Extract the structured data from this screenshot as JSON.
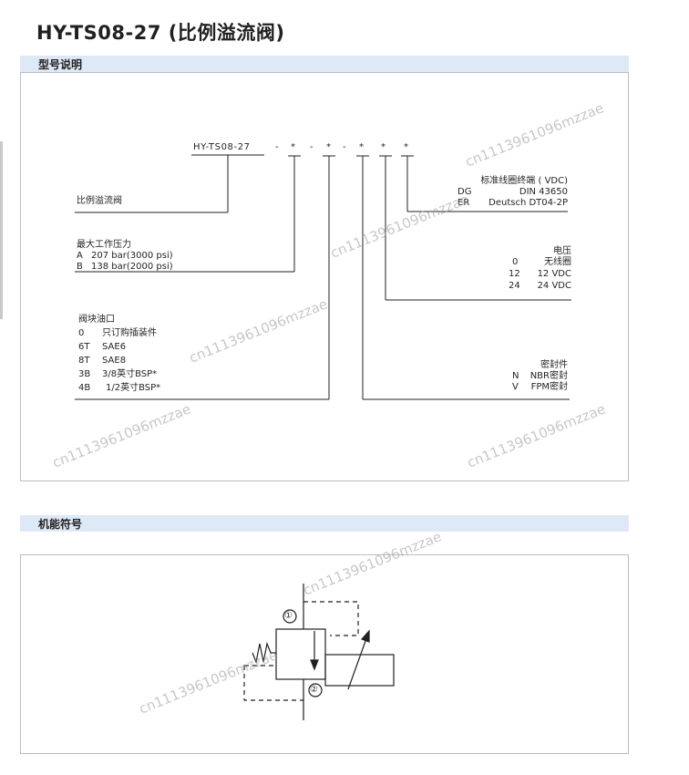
{
  "title": "HY-TS08-27 (比例溢流阀)",
  "section1": "型号说明",
  "section2": "机能符号",
  "model_code": {
    "base": "HY-TS08-27",
    "placeholders": [
      "-",
      "*",
      "-",
      "*",
      "-",
      "*",
      "*",
      "*"
    ]
  },
  "left_groups": {
    "valve": "比例溢流阀",
    "pressure": {
      "heading": "最大工作压力",
      "options": [
        {
          "code": "A",
          "desc": "207 bar(3000 psi)"
        },
        {
          "code": "B",
          "desc": "138 bar(2000 psi)"
        }
      ]
    },
    "port": {
      "heading": "阀块油口",
      "options": [
        {
          "code": "0",
          "desc": "只订购插装件"
        },
        {
          "code": "6T",
          "desc": "SAE6"
        },
        {
          "code": "8T",
          "desc": "SAE8"
        },
        {
          "code": "3B",
          "desc": "3/8英寸BSP*"
        },
        {
          "code": "4B",
          "desc": "1/2英寸BSP*"
        }
      ]
    }
  },
  "right_groups": {
    "coil_terminal": {
      "heading": "标准线圈终端 ( VDC)",
      "options": [
        {
          "code": "DG",
          "desc": "DIN 43650"
        },
        {
          "code": "ER",
          "desc": "Deutsch DT04-2P"
        }
      ]
    },
    "voltage": {
      "heading": "电压",
      "options": [
        {
          "code": "0",
          "desc": "无线圈"
        },
        {
          "code": "12",
          "desc": "12 VDC"
        },
        {
          "code": "24",
          "desc": "24 VDC"
        }
      ]
    },
    "seal": {
      "heading": "密封件",
      "options": [
        {
          "code": "N",
          "desc": "NBR密封"
        },
        {
          "code": "V",
          "desc": "FPM密封"
        }
      ]
    }
  },
  "symbol_ports": {
    "p1": "①",
    "p2": "②"
  },
  "watermark": "cn1113961096mzzae"
}
